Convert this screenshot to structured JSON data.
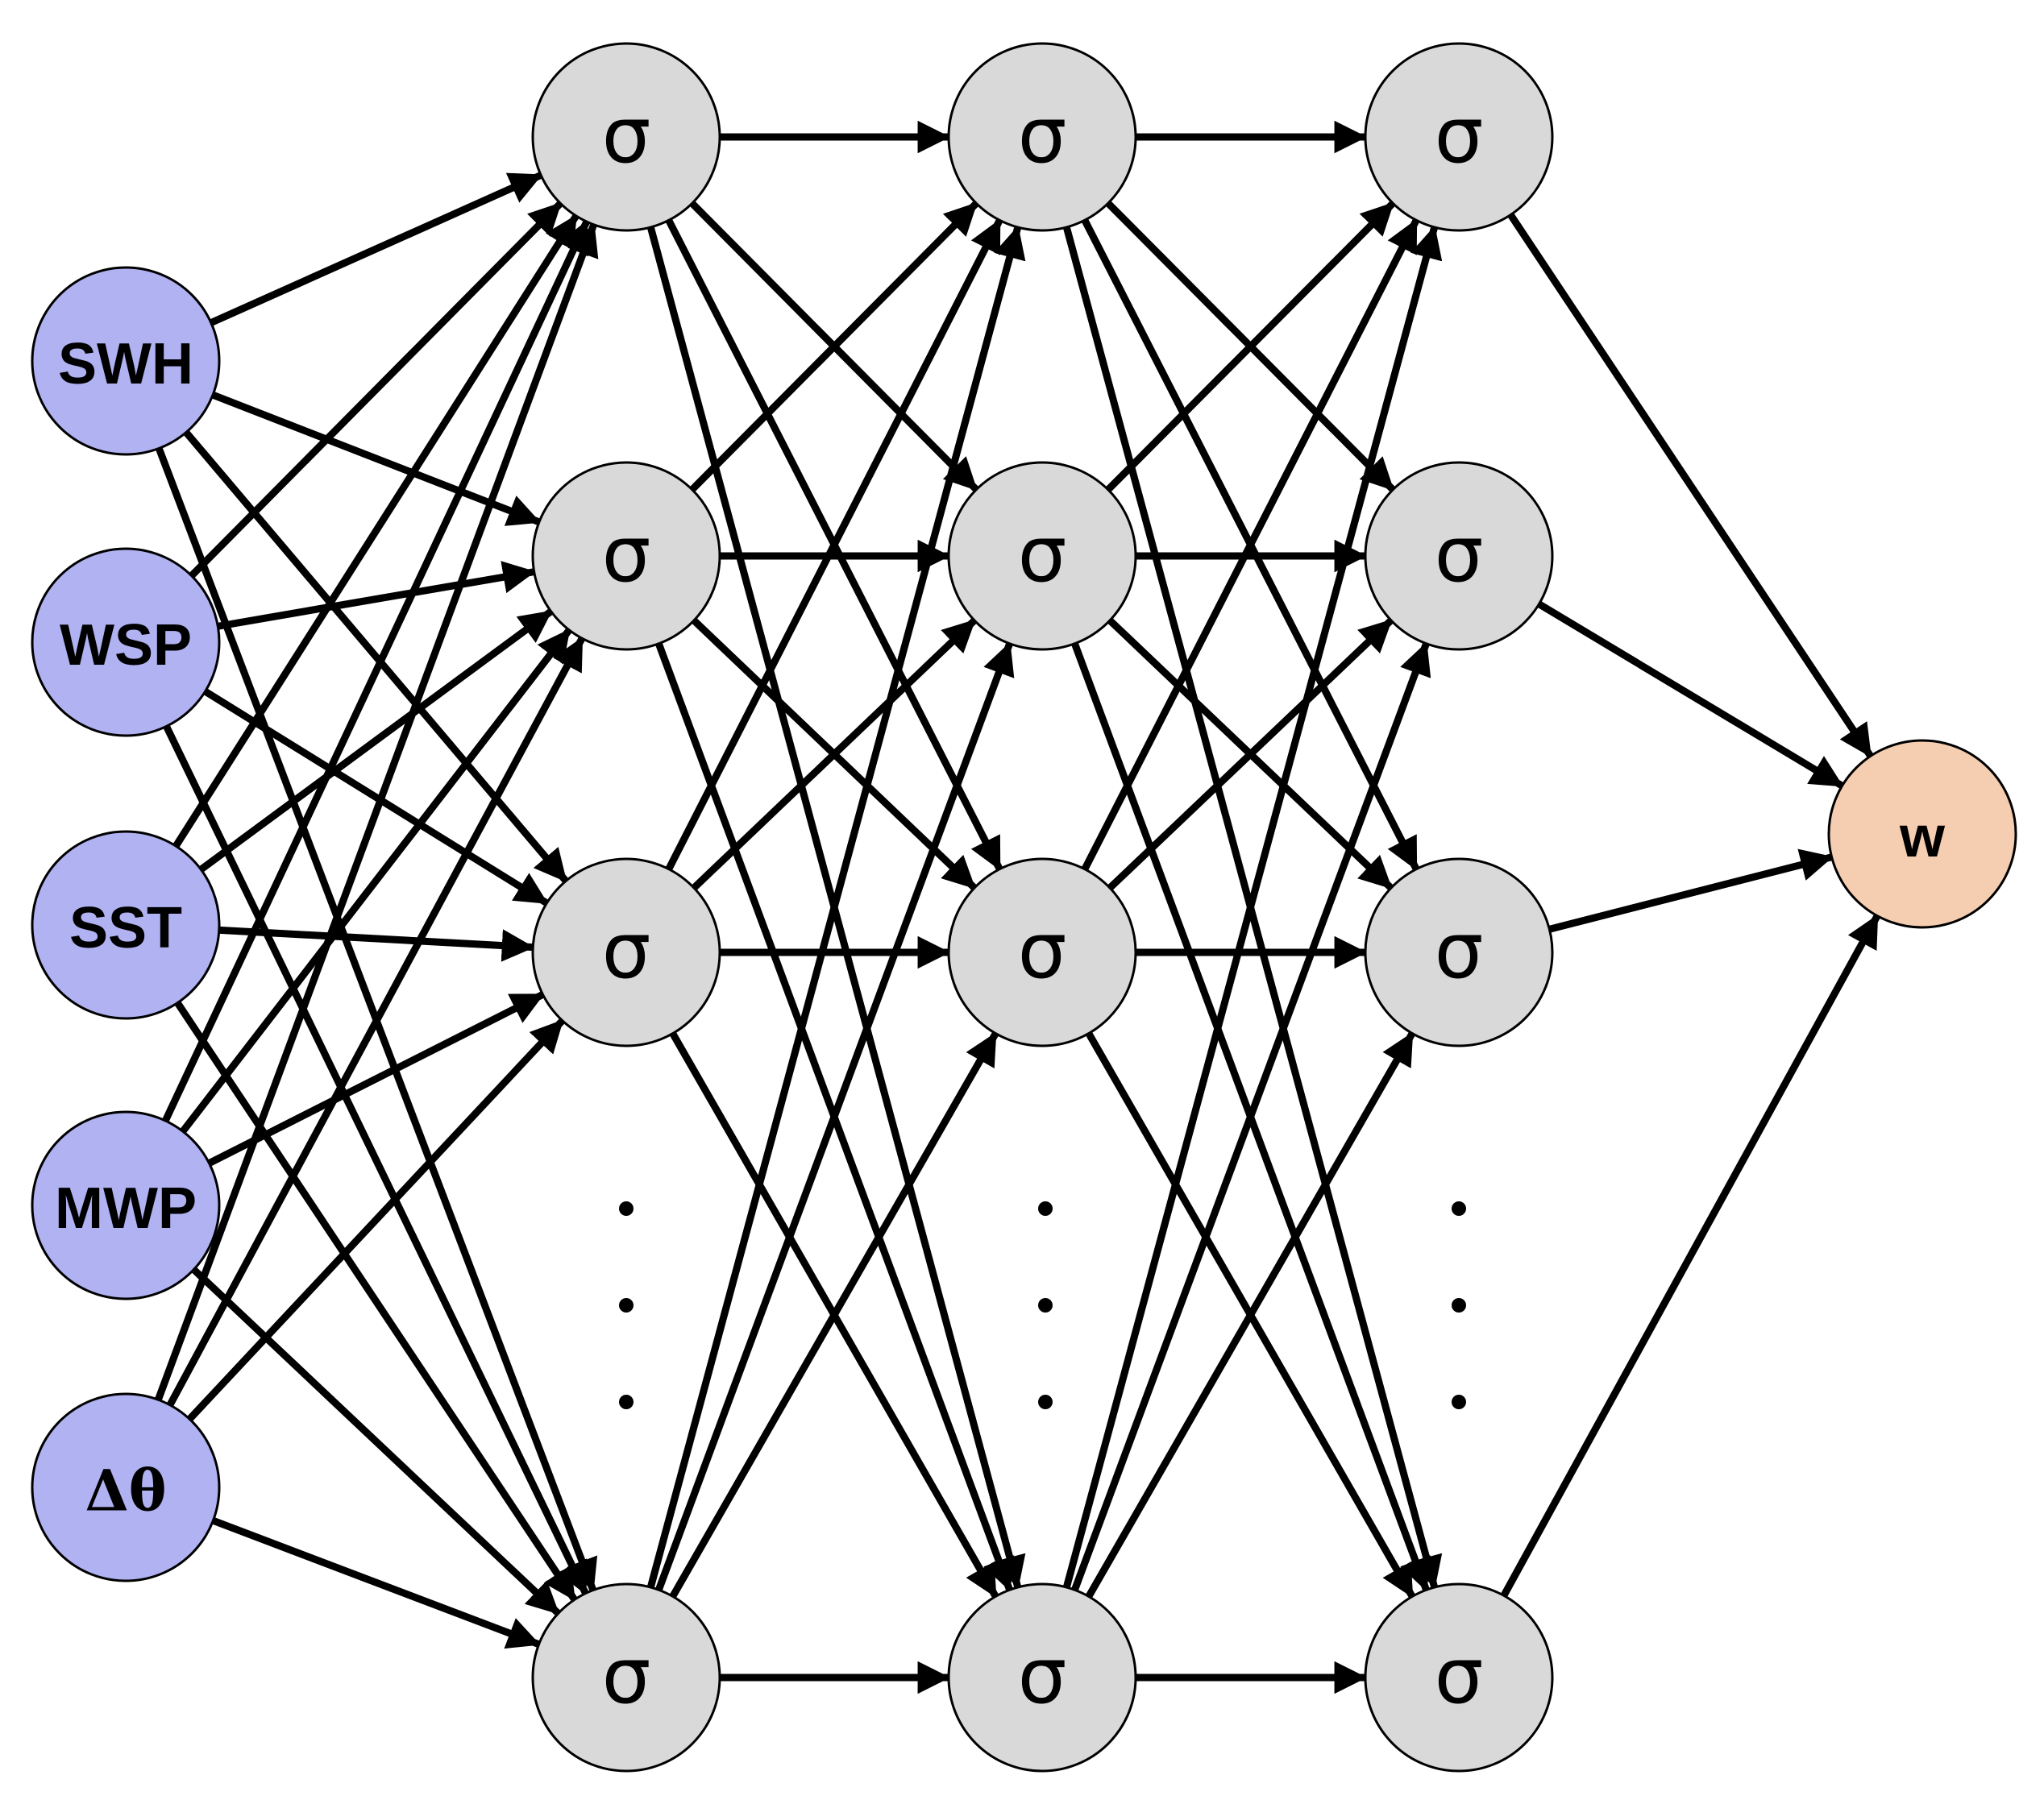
{
  "inputs": [
    {
      "id": "swh",
      "label": "SWH"
    },
    {
      "id": "wsp",
      "label": "WSP"
    },
    {
      "id": "sst",
      "label": "SST"
    },
    {
      "id": "mwp",
      "label": "MWP"
    },
    {
      "id": "dtheta",
      "label": "Δθ"
    }
  ],
  "hidden_layers": [
    {
      "id": "h1",
      "neurons": 4,
      "activation_symbol": "σ"
    },
    {
      "id": "h2",
      "neurons": 4,
      "activation_symbol": "σ"
    },
    {
      "id": "h3",
      "neurons": 4,
      "activation_symbol": "σ"
    }
  ],
  "output": {
    "id": "w",
    "label": "w"
  },
  "connectivity": "fully-connected",
  "colors": {
    "input_fill": "#b0b2f2",
    "hidden_fill": "#d9d9d9",
    "output_fill": "#f5cdb0",
    "edge": "#000000"
  }
}
